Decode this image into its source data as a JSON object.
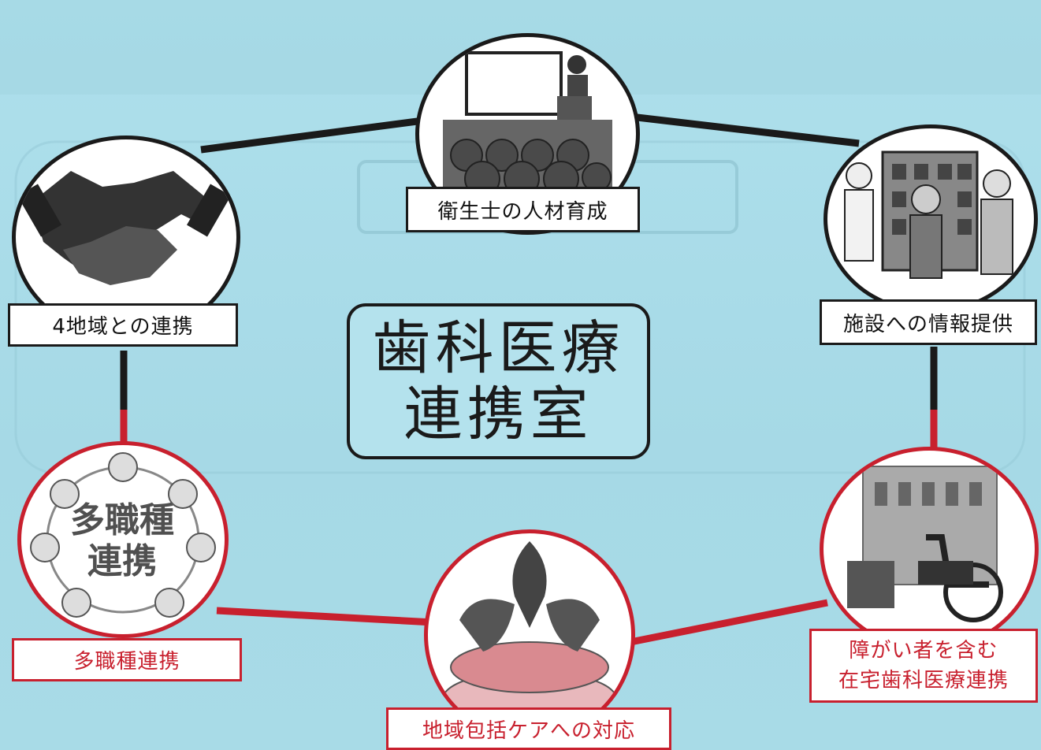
{
  "diagram": {
    "center": {
      "line1": "歯科医療",
      "line2": "連携室"
    },
    "nodes": {
      "training": {
        "label": "衛生士の人材育成"
      },
      "regions": {
        "label": "4地域との連携"
      },
      "facilities": {
        "label": "施設への情報提供"
      },
      "multi": {
        "label": "多職種連携",
        "badge_line1": "多職種",
        "badge_line2": "連携"
      },
      "care": {
        "label": "地域包括ケアへの対応"
      },
      "disability": {
        "label_line1": "障がい者を含む",
        "label_line2": "在宅歯科医療連携"
      }
    },
    "colors": {
      "black_line": "#1a1a1a",
      "red_line": "#c8202e",
      "background": "#a9dbe8"
    }
  }
}
